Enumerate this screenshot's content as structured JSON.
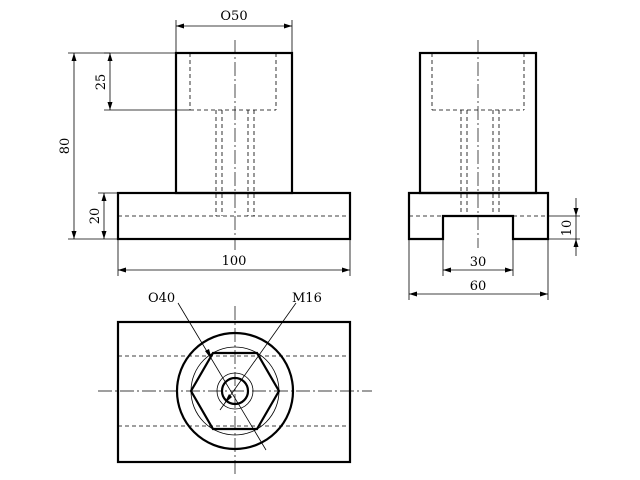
{
  "drawing": {
    "dimensions": {
      "top_diameter": "O50",
      "counterbore_depth": "25",
      "total_height": "80",
      "base_height": "20",
      "base_length": "100",
      "side_width": "60",
      "slot_width": "30",
      "slot_depth": "10",
      "bore_diameter": "O40",
      "thread": "M16"
    }
  }
}
